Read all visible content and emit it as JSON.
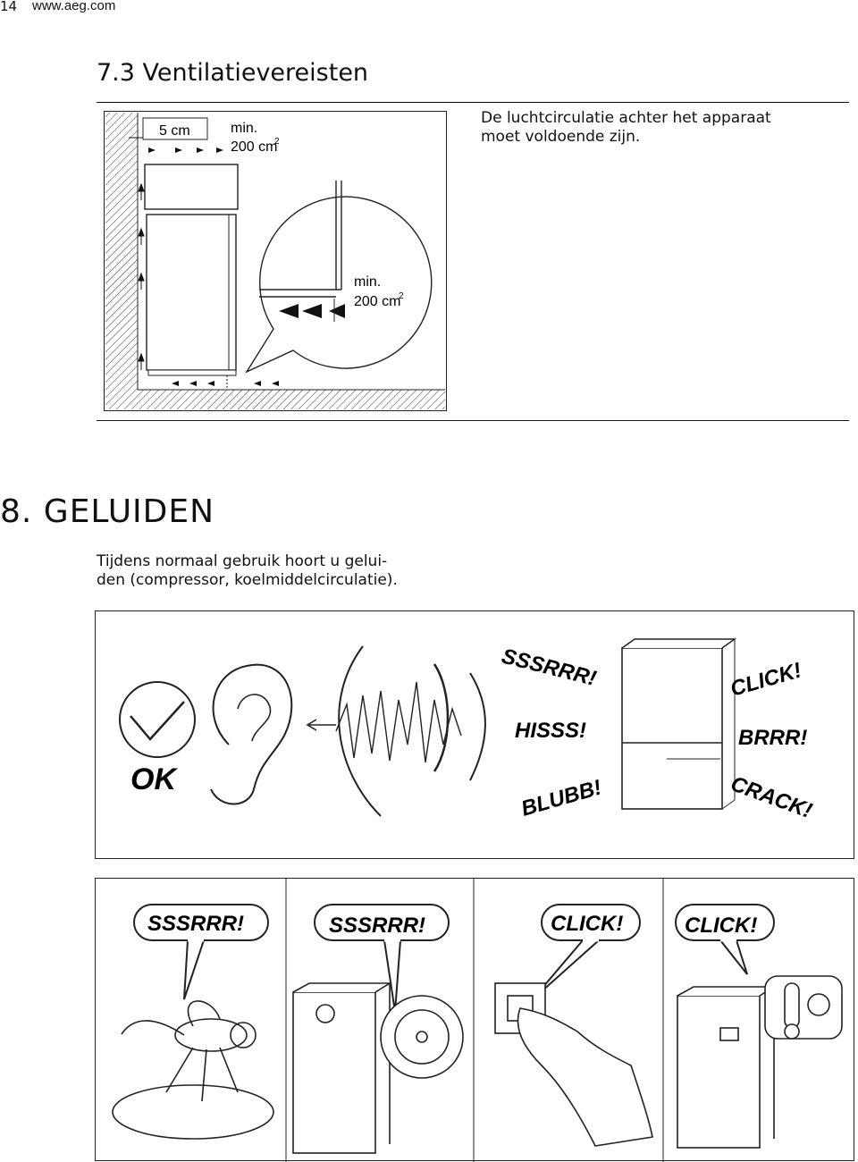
{
  "header": {
    "page_number": "14",
    "url": "www.aeg.com"
  },
  "section_73": {
    "title": "7.3 Ventilatievereisten",
    "text_line1": "De luchtcirculatie achter het apparaat",
    "text_line2": "moet voldoende zijn.",
    "figure": {
      "gap_label": "5 cm",
      "vent_top_line1": "min.",
      "vent_top_line2": "200 cm",
      "vent_zoom_line1": "min.",
      "vent_zoom_line2": "200 cm",
      "superscript": "2"
    }
  },
  "section_8": {
    "title": "8. GELUIDEN",
    "text_line1": "Tijdens normaal gebruik hoort u gelui-",
    "text_line2": "den (compressor, koelmiddelcirculatie).",
    "figure_sounds": {
      "ok": "OK",
      "sounds": [
        "SSSRRR!",
        "HISSS!",
        "BLUBB!",
        "CLICK!",
        "BRRR!",
        "CRACK!"
      ]
    },
    "figure_sources": {
      "bubbles": [
        "SSSRRR!",
        "SSSRRR!",
        "CLICK!",
        "CLICK!"
      ]
    }
  }
}
